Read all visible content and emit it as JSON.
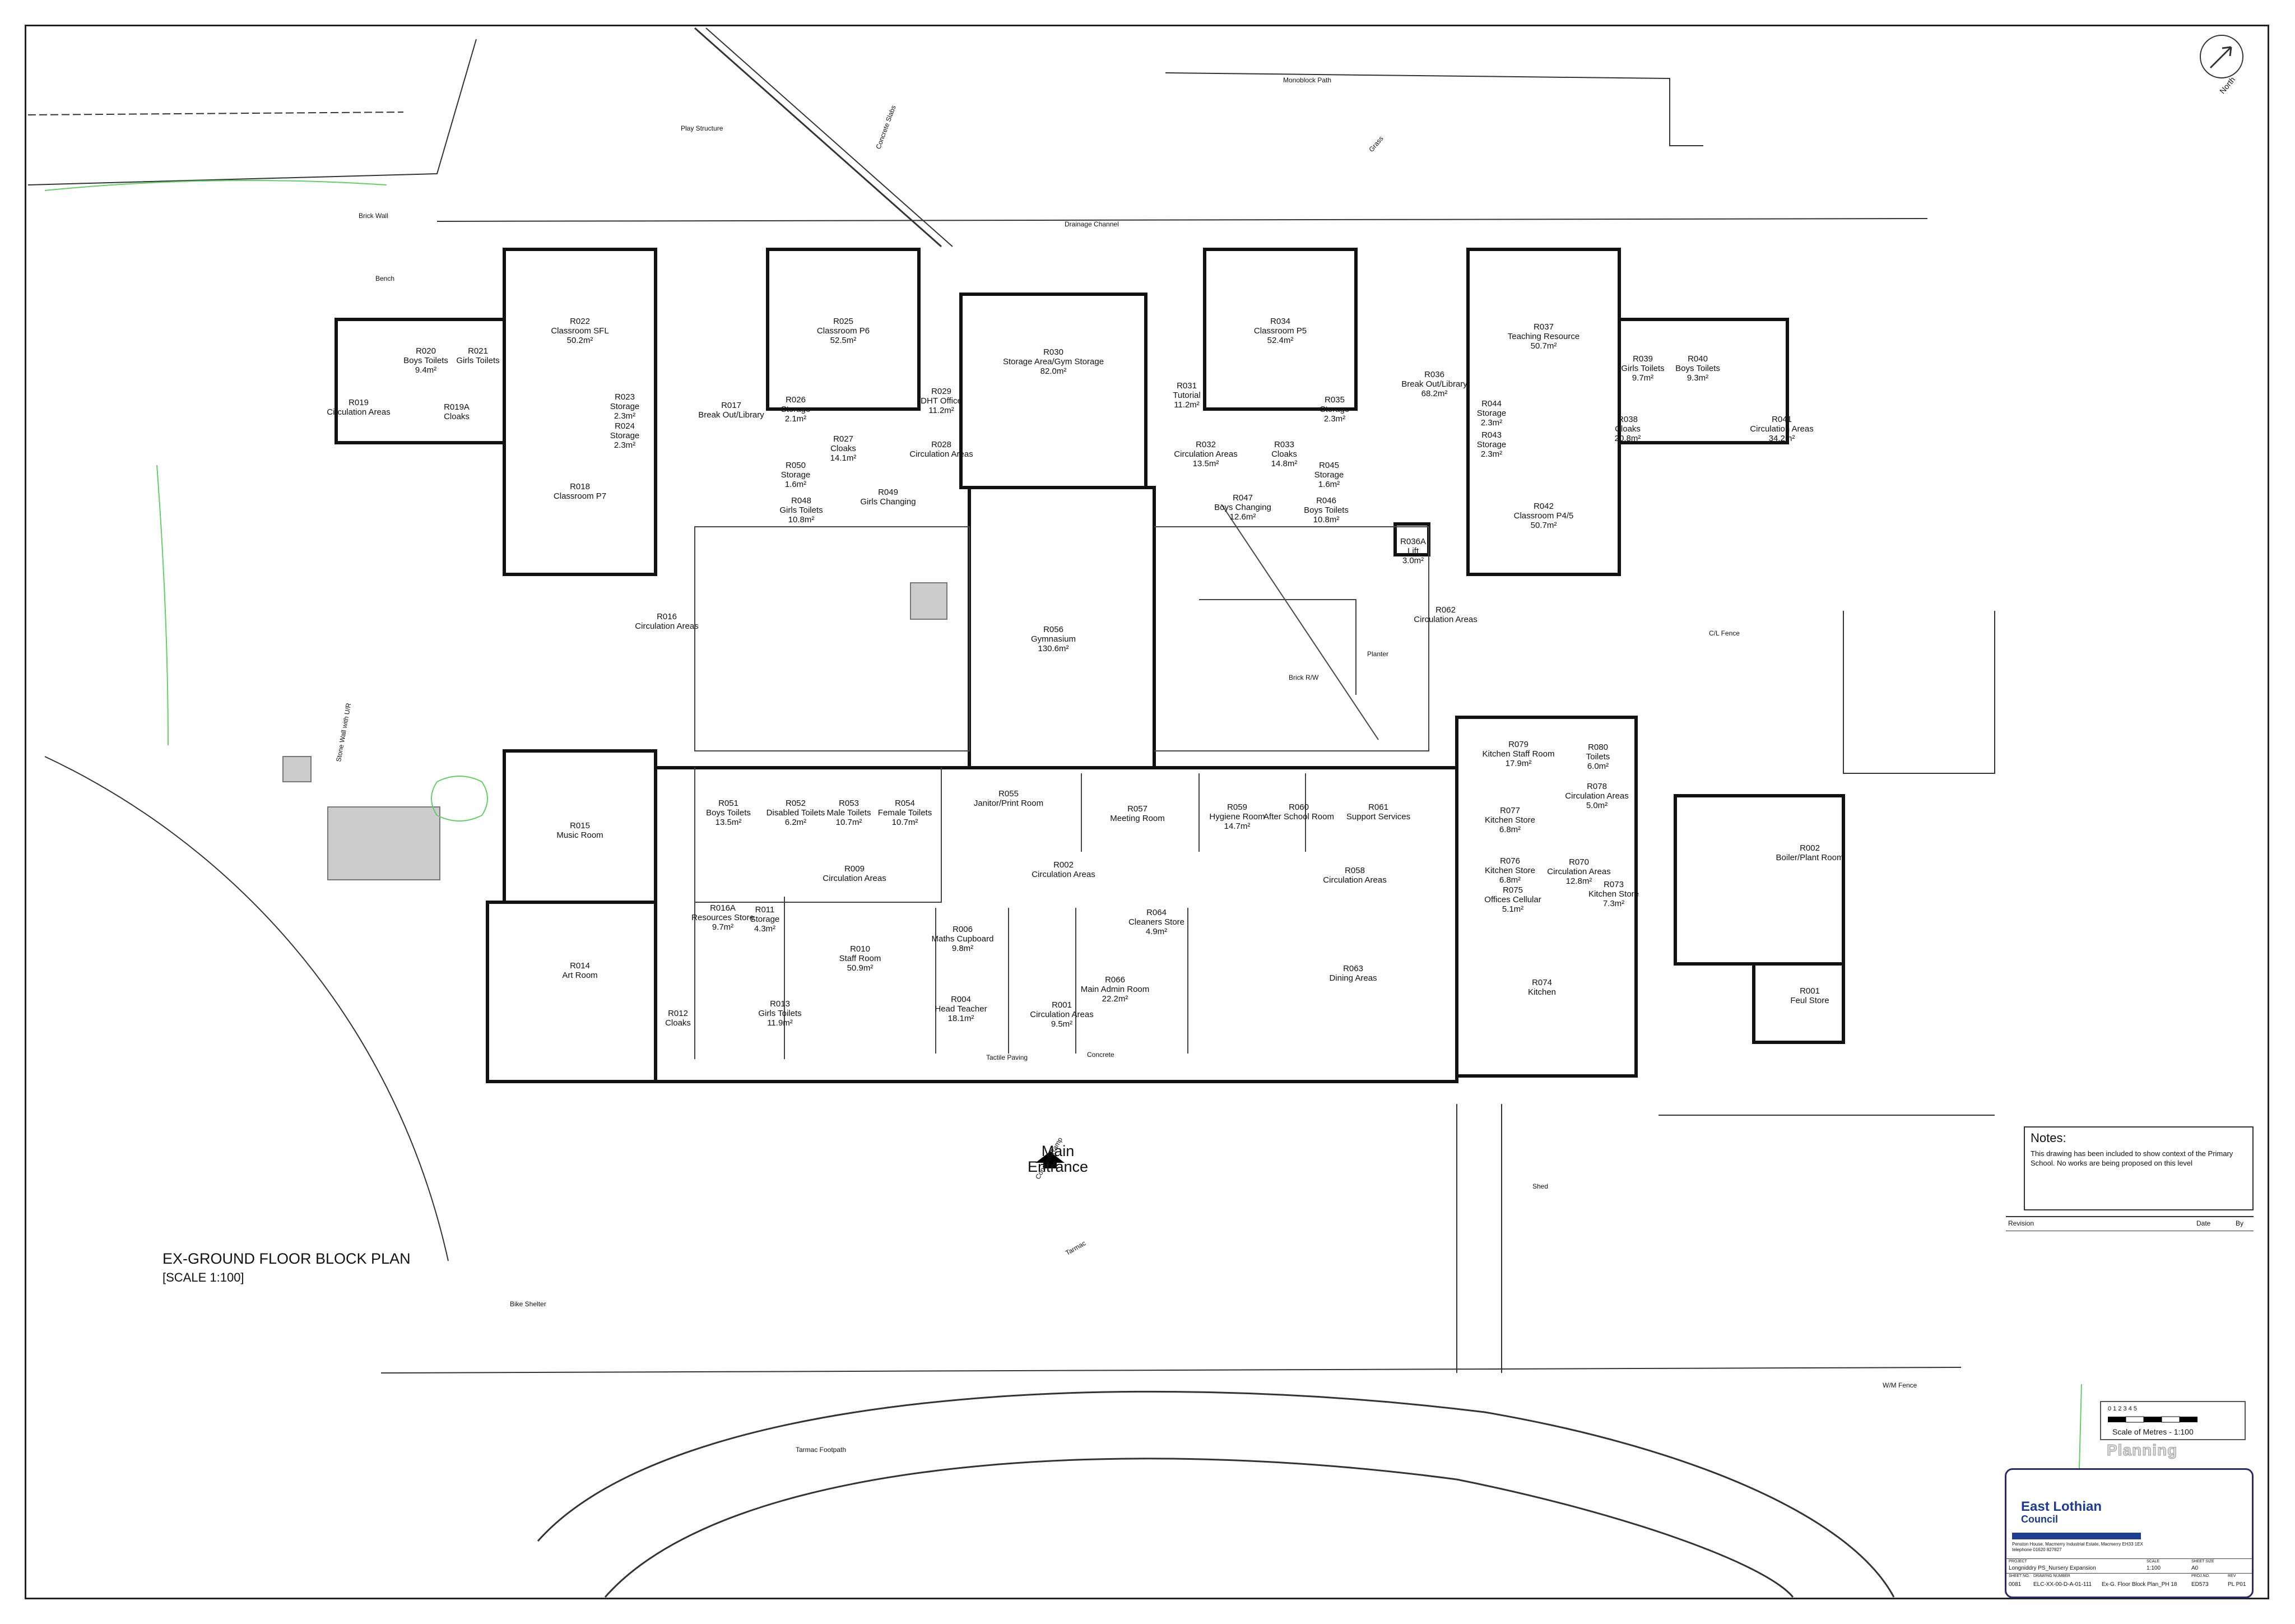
{
  "drawing_title": "EX-GROUND FLOOR BLOCK PLAN",
  "drawing_scale": "[SCALE 1:100]",
  "entrance": {
    "line1": "Main",
    "line2": "Entrance"
  },
  "north_label": "North",
  "notes": {
    "heading": "Notes:",
    "body": "This drawing has been included to show context of the Primary School. No works are being proposed on this level"
  },
  "revision_table": {
    "revision": "Revision",
    "date": "Date",
    "by": "By"
  },
  "scale_bar": {
    "ticks": "0    1    2    3    4    5",
    "caption": "Scale of Metres - 1:100"
  },
  "stamp": "Planning",
  "title_block": {
    "org_line1": "East Lothian",
    "org_line2": "Council",
    "address": "Penston House, Macmerry Industrial Estate, Macmerry EH33 1EX telephone 01620 827827",
    "project_label": "PROJECT",
    "project": "Longniddry PS_Nursery Expansion",
    "scale_label": "SCALE",
    "scale": "1:100",
    "sheet_size_label": "SHEET SIZE",
    "sheet_size": "A0",
    "sheet_no_label": "SHEET NO.",
    "sheet_no": "0081",
    "drawing_no_label": "DRAWING NUMBER",
    "drawing_no": "ELC-XX-00-D-A-01-111",
    "drawing_name": "Ex-G. Floor Block Plan_PH 18",
    "proj_no_label": "PROJ.NO.",
    "proj_no": "ED573",
    "rev_label": "REV",
    "rev": "PL P01"
  },
  "rooms": [
    {
      "code": "R022",
      "name": "Classroom SFL",
      "area": "50.2m²"
    },
    {
      "code": "R020",
      "name": "Boys Toilets",
      "area": "9.4m²"
    },
    {
      "code": "R021",
      "name": "Girls Toilets",
      "area": ""
    },
    {
      "code": "R019",
      "name": "Circulation Areas",
      "area": ""
    },
    {
      "code": "R019A",
      "name": "Cloaks",
      "area": ""
    },
    {
      "code": "R023",
      "name": "Storage",
      "area": "2.3m²"
    },
    {
      "code": "R024",
      "name": "Storage",
      "area": "2.3m²"
    },
    {
      "code": "R017",
      "name": "Break Out/Library",
      "area": ""
    },
    {
      "code": "R018",
      "name": "Classroom P7",
      "area": ""
    },
    {
      "code": "R025",
      "name": "Classroom P6",
      "area": "52.5m²"
    },
    {
      "code": "R026",
      "name": "Storage",
      "area": "2.1m²"
    },
    {
      "code": "R027",
      "name": "Cloaks",
      "area": "14.1m²"
    },
    {
      "code": "R028",
      "name": "Circulation Areas",
      "area": ""
    },
    {
      "code": "R029",
      "name": "DHT Office",
      "area": "11.2m²"
    },
    {
      "code": "R030",
      "name": "Storage Area/Gym Storage",
      "area": "82.0m²"
    },
    {
      "code": "R031",
      "name": "Tutorial",
      "area": "11.2m²"
    },
    {
      "code": "R032",
      "name": "Circulation Areas",
      "area": "13.5m²"
    },
    {
      "code": "R034",
      "name": "Classroom P5",
      "area": "52.4m²"
    },
    {
      "code": "R035",
      "name": "Storage",
      "area": "2.3m²"
    },
    {
      "code": "R033",
      "name": "Cloaks",
      "area": "14.8m²"
    },
    {
      "code": "R036",
      "name": "Break Out/Library",
      "area": "68.2m²"
    },
    {
      "code": "R036A",
      "name": "Lift",
      "area": "3.0m²"
    },
    {
      "code": "R037",
      "name": "Teaching Resource",
      "area": "50.7m²"
    },
    {
      "code": "R039",
      "name": "Girls Toilets",
      "area": "9.7m²"
    },
    {
      "code": "R040",
      "name": "Boys Toilets",
      "area": "9.3m²"
    },
    {
      "code": "R044",
      "name": "Storage",
      "area": "2.3m²"
    },
    {
      "code": "R043",
      "name": "Storage",
      "area": "2.3m²"
    },
    {
      "code": "R038",
      "name": "Cloaks",
      "area": "20.8m²"
    },
    {
      "code": "R041",
      "name": "Circulation Areas",
      "area": "34.2m²"
    },
    {
      "code": "R042",
      "name": "Classroom P4/5",
      "area": "50.7m²"
    },
    {
      "code": "R050",
      "name": "Storage",
      "area": "1.6m²"
    },
    {
      "code": "R048",
      "name": "Girls Toilets",
      "area": "10.8m²"
    },
    {
      "code": "R049",
      "name": "Girls Changing",
      "area": ""
    },
    {
      "code": "R047",
      "name": "Boys Changing",
      "area": "12.6m²"
    },
    {
      "code": "R046",
      "name": "Boys Toilets",
      "area": "10.8m²"
    },
    {
      "code": "R045",
      "name": "Storage",
      "area": "1.6m²"
    },
    {
      "code": "R016",
      "name": "Circulation Areas",
      "area": ""
    },
    {
      "code": "R056",
      "name": "Gymnasium",
      "area": "130.6m²"
    },
    {
      "code": "R062",
      "name": "Circulation Areas",
      "area": ""
    },
    {
      "code": "R079",
      "name": "Kitchen Staff Room",
      "area": "17.9m²"
    },
    {
      "code": "R080",
      "name": "Toilets",
      "area": "6.0m²"
    },
    {
      "code": "R078",
      "name": "Circulation Areas",
      "area": "5.0m²"
    },
    {
      "code": "R077",
      "name": "Kitchen Store",
      "area": "6.8m²"
    },
    {
      "code": "R076",
      "name": "Kitchen Store",
      "area": "6.8m²"
    },
    {
      "code": "R070",
      "name": "Circulation Areas",
      "area": "12.8m²"
    },
    {
      "code": "R075",
      "name": "Offices Cellular",
      "area": "5.1m²"
    },
    {
      "code": "R073",
      "name": "Kitchen Store",
      "area": "7.3m²"
    },
    {
      "code": "R074",
      "name": "Kitchen",
      "area": ""
    },
    {
      "code": "R002",
      "name": "Boiler/Plant Room",
      "area": ""
    },
    {
      "code": "R001",
      "name": "Feul Store",
      "area": ""
    },
    {
      "code": "R015",
      "name": "Music Room",
      "area": ""
    },
    {
      "code": "R051",
      "name": "Boys Toilets",
      "area": "13.5m²"
    },
    {
      "code": "R052",
      "name": "Disabled Toilets",
      "area": "6.2m²"
    },
    {
      "code": "R053",
      "name": "Male Toilets",
      "area": "10.7m²"
    },
    {
      "code": "R054",
      "name": "Female Toilets",
      "area": "10.7m²"
    },
    {
      "code": "R055",
      "name": "Janitor/Print Room",
      "area": ""
    },
    {
      "code": "R057",
      "name": "Meeting Room",
      "area": ""
    },
    {
      "code": "R059",
      "name": "Hygiene Room",
      "area": "14.7m²"
    },
    {
      "code": "R060",
      "name": "After School Room",
      "area": ""
    },
    {
      "code": "R061",
      "name": "Support Services",
      "area": ""
    },
    {
      "code": "R009",
      "name": "Circulation Areas",
      "area": ""
    },
    {
      "code": "R002",
      "name": "Circulation Areas",
      "area": ""
    },
    {
      "code": "R058",
      "name": "Circulation Areas",
      "area": ""
    },
    {
      "code": "R014",
      "name": "Art Room",
      "area": ""
    },
    {
      "code": "R016A",
      "name": "Resources Store",
      "area": "9.7m²"
    },
    {
      "code": "R011",
      "name": "Storage",
      "area": "4.3m²"
    },
    {
      "code": "R010",
      "name": "Staff Room",
      "area": "50.9m²"
    },
    {
      "code": "R006",
      "name": "Maths Cupboard",
      "area": "9.8m²"
    },
    {
      "code": "R064",
      "name": "Cleaners Store",
      "area": "4.9m²"
    },
    {
      "code": "R012",
      "name": "Cloaks",
      "area": ""
    },
    {
      "code": "R013",
      "name": "Girls Toilets",
      "area": "11.9m²"
    },
    {
      "code": "R004",
      "name": "Head Teacher",
      "area": "18.1m²"
    },
    {
      "code": "R001",
      "name": "Circulation Areas",
      "area": "9.5m²"
    },
    {
      "code": "R066",
      "name": "Main Admin Room",
      "area": "22.2m²"
    },
    {
      "code": "R063",
      "name": "Dining Areas",
      "area": ""
    }
  ],
  "site_labels": [
    "Play Structure",
    "Concrete Slabs",
    "Grass",
    "Monoblock Path",
    "Drainage Channel",
    "Brick Wall",
    "Bench",
    "Stone Wall with U/R",
    "Tarmac Footpath",
    "Tarmac",
    "Planter",
    "Bike Shelter",
    "Shed",
    "C/L Fence",
    "W/M Fence",
    "Brick R/W",
    "Concrete",
    "Concrete Ramp",
    "Tactile Paving"
  ]
}
